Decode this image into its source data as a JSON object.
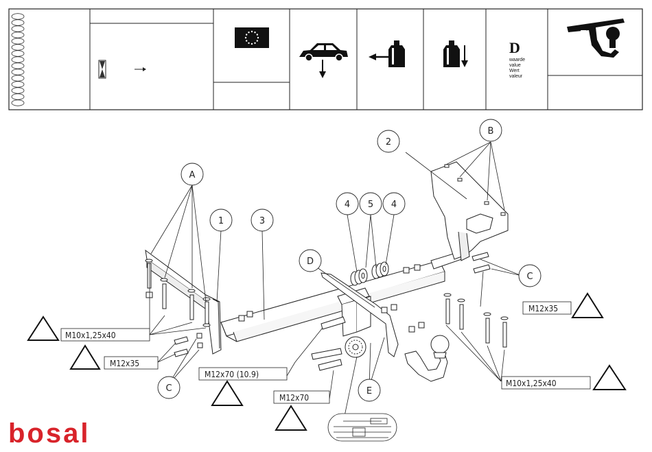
{
  "header": {
    "d_value": {
      "letter": "D",
      "lines": [
        "waarde",
        "value",
        "Wert",
        "valeur"
      ]
    }
  },
  "callouts": {
    "A": "A",
    "B": "B",
    "C": "C",
    "D": "D",
    "E": "E",
    "part1": "1",
    "part2": "2",
    "part3": "3",
    "part4": "4",
    "part5": "5"
  },
  "bolts": {
    "m10_left": "M10x1,25x40",
    "m12x35_left": "M12x35",
    "m12x70_109": "M12x70 (10.9)",
    "m12x70": "M12x70",
    "m12x35_right": "M12x35",
    "m10_right": "M10x1,25x40"
  },
  "brand": {
    "name": "bosal",
    "color": "#d8232a"
  }
}
